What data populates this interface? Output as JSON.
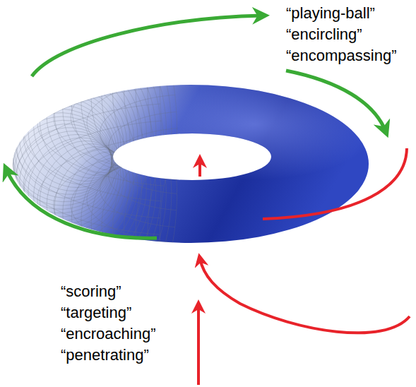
{
  "diagram": {
    "labels": [
      "“playing-ball”",
      "“encircling”",
      "“encompassing”",
      "“scoring”",
      "“targeting”",
      "“encroaching”",
      "“penetrating”"
    ]
  }
}
